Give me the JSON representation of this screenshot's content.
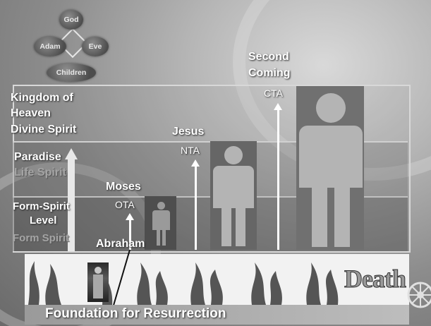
{
  "top_diagram": {
    "god": "God",
    "adam": "Adam",
    "eve": "Eve",
    "children": "Children"
  },
  "levels": {
    "kingdom_line1": "Kingdom of",
    "kingdom_line2": "Heaven",
    "divine_spirit": "Divine Spirit",
    "paradise": "Paradise",
    "life_spirit": "Life Spirit",
    "form_spirit_level_line1": "Form-Spirit",
    "form_spirit_level_line2": "Level",
    "form_spirit": "Form Spirit"
  },
  "figures": {
    "abraham": "Abraham",
    "moses": "Moses",
    "ota": "OTA",
    "jesus": "Jesus",
    "nta": "NTA",
    "second_coming_line1": "Second",
    "second_coming_line2": "Coming",
    "cta": "CTA"
  },
  "bottom": {
    "death": "Death",
    "foundation": "Foundation for Resurrection"
  },
  "colors": {
    "background": "#8c8c8c",
    "text": "#ffffff",
    "dim_text": "#a4a4a4",
    "figure": "#b4b4b4",
    "flame": "#3a3a3a"
  }
}
